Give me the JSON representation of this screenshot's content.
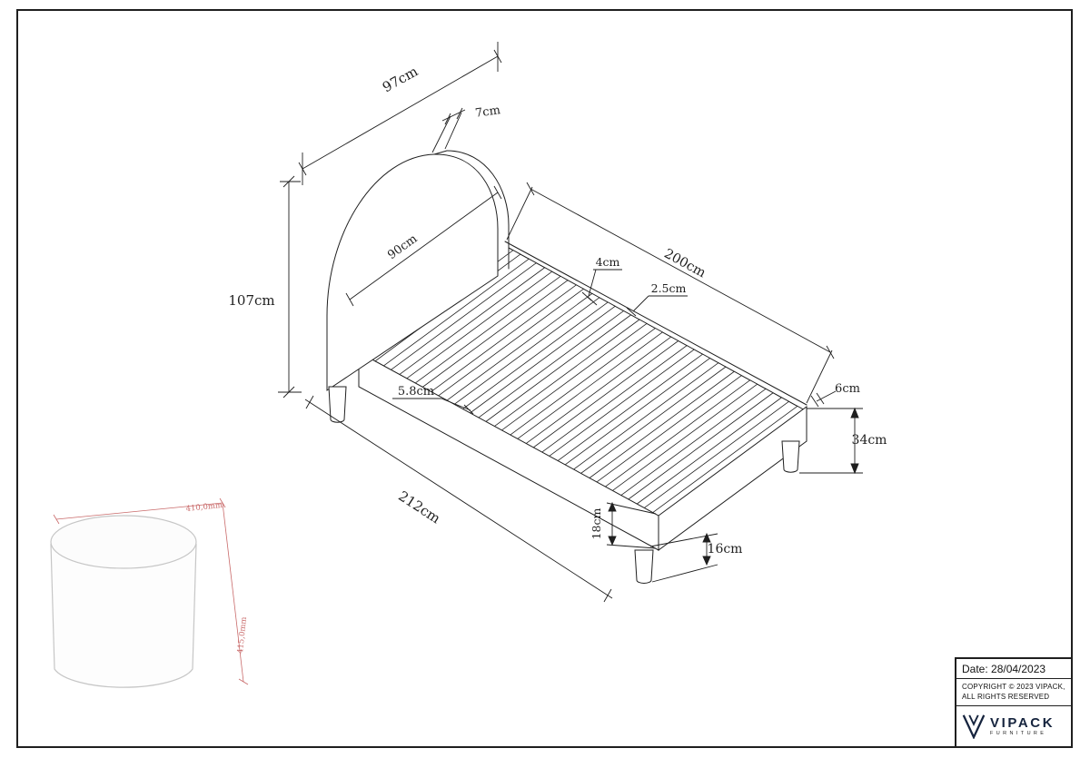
{
  "dims": {
    "headboard_width": "97cm",
    "headboard_thickness": "7cm",
    "headboard_height": "107cm",
    "inner_width": "90cm",
    "slat_width": "4cm",
    "inner_length": "200cm",
    "slat_gap": "2.5cm",
    "slat_pitch": "5.8cm",
    "rail_thickness": "6cm",
    "foot_end_height": "34cm",
    "overall_length": "212cm",
    "frame_height": "18cm",
    "leg_height": "16cm"
  },
  "pouf_dims": {
    "diameter": "410,0mm",
    "height": "415,0mm"
  },
  "title_block": {
    "date": "Date: 28/04/2023",
    "copyright_line1": "COPYRIGHT © 2023 VIPACK,",
    "copyright_line2": "ALL RIGHTS RESERVED",
    "brand": "VIPACK",
    "brand_sub": "FURNITURE"
  },
  "colors": {
    "line": "#1f1f1f",
    "pouf_outline": "#c6c6c6",
    "dimension_red": "#c96a6a",
    "logo_navy": "#16243e"
  }
}
